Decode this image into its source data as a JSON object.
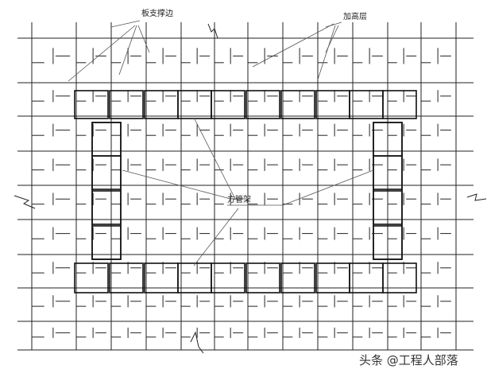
{
  "labels": {
    "left_top": "板支撑边",
    "right_top": "加高层",
    "center": "方管架"
  },
  "watermark": "头条 @工程人部落",
  "colors": {
    "line": "#222222",
    "pointer": "#555555",
    "background": "#ffffff"
  }
}
